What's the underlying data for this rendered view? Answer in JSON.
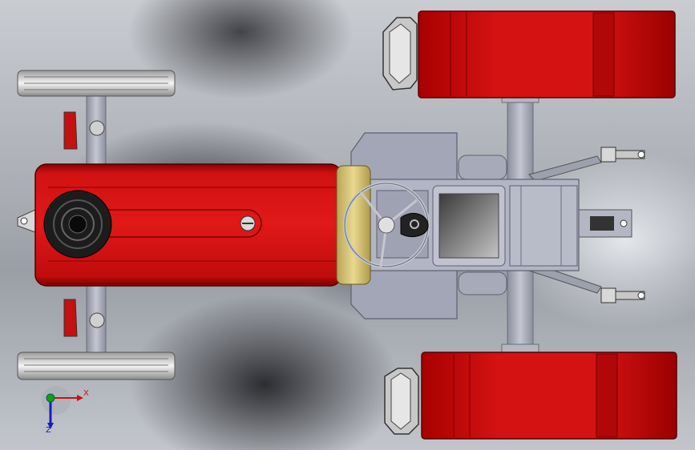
{
  "viewport": {
    "title": "",
    "model": "tractor-assembly-top-view"
  },
  "triad": {
    "x_label": "X",
    "z_label": "Z"
  },
  "colors": {
    "body_red": "#cc0f0f",
    "rim_red": "#b00000",
    "steel": "#a7aab8",
    "tire": "#d8d8d8",
    "brass": "#d6c47a",
    "axis_x": "#d01010",
    "axis_y": "#10a010",
    "axis_z": "#1020c0"
  }
}
